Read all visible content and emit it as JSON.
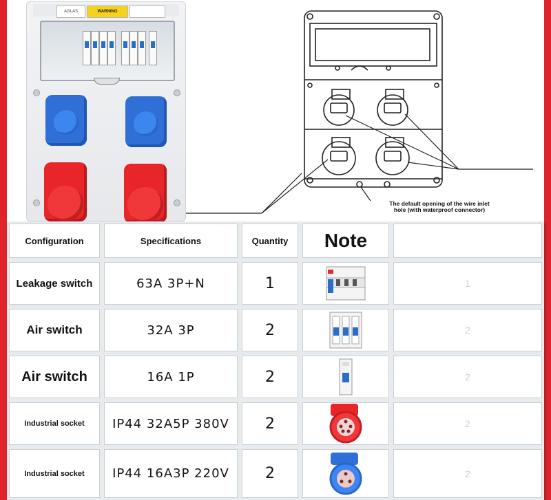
{
  "photo": {
    "label_left": "AGLAS",
    "label_warning": "WARNING",
    "label_right_text": ""
  },
  "drawing": {
    "caption_line1": "The default opening of the wire inlet",
    "caption_line2": "hole (with waterproof connector)"
  },
  "table": {
    "headers": [
      "Configuration",
      "Specifications",
      "Quantity",
      "Note",
      ""
    ],
    "rows": [
      {
        "configuration": "Leakage switch",
        "specification": "63A  3P+N",
        "quantity": "1",
        "image": "rcbo-breaker-icon",
        "extra": "1"
      },
      {
        "configuration": "Air switch",
        "specification": "32A  3P",
        "quantity": "2",
        "image": "3-pole-breaker-icon",
        "extra": "2"
      },
      {
        "configuration": "Air switch",
        "specification": "16A  1P",
        "quantity": "2",
        "image": "1-pole-breaker-icon",
        "extra": "2"
      },
      {
        "configuration": "Industrial socket",
        "specification": "IP44  32A5P  380V",
        "quantity": "2",
        "image": "red-industrial-socket-icon",
        "extra": "2"
      },
      {
        "configuration": "Industrial socket",
        "specification": "IP44  16A3P  220V",
        "quantity": "2",
        "image": "blue-industrial-socket-icon",
        "extra": "2"
      }
    ]
  },
  "colors": {
    "frame_red": "#e0232b",
    "socket_blue": "#2f6fd6",
    "socket_red": "#e8262a",
    "breaker_blue": "#2b6ec7"
  }
}
